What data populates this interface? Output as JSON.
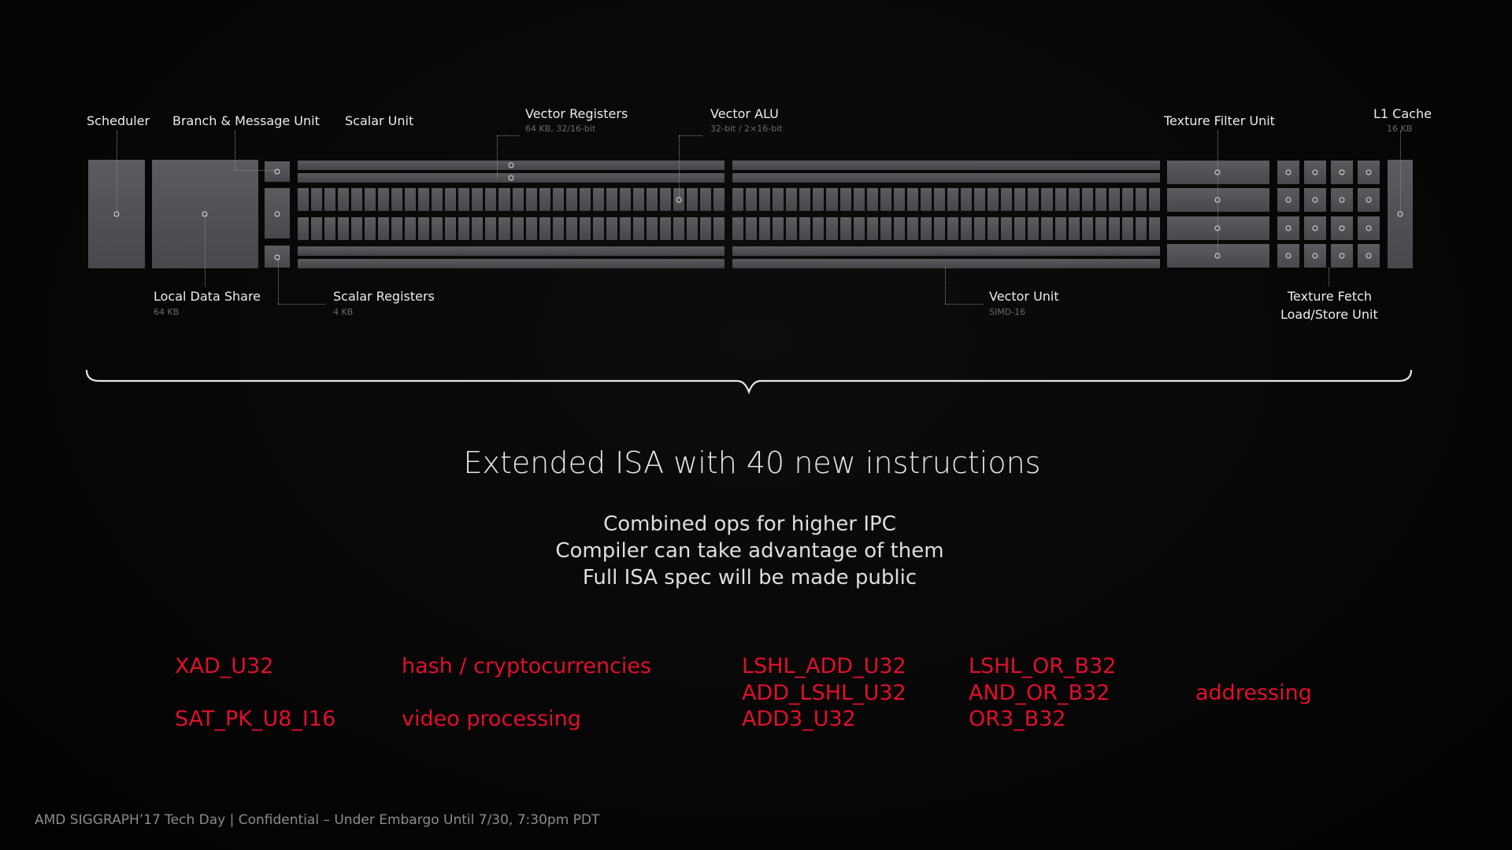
{
  "diagram": {
    "labels": {
      "scheduler": "Scheduler",
      "branch_message_unit": "Branch & Message Unit",
      "scalar_unit": "Scalar Unit",
      "vector_registers": "Vector Registers",
      "vector_registers_sub": "64 KB, 32/16-bit",
      "vector_alu": "Vector ALU",
      "vector_alu_sub": "32-bit / 2×16-bit",
      "texture_filter_unit": "Texture Filter Unit",
      "l1_cache": "L1 Cache",
      "l1_cache_sub": "16 KB",
      "local_data_share": "Local Data Share",
      "local_data_share_sub": "64 KB",
      "scalar_registers": "Scalar Registers",
      "scalar_registers_sub": "4 KB",
      "vector_unit": "Vector Unit",
      "vector_unit_sub": "SIMD-16",
      "texture_fetch_1": "Texture Fetch",
      "texture_fetch_2": "Load/Store Unit"
    }
  },
  "headline": "Extended ISA with 40 new instructions",
  "bullets": [
    "Combined ops for higher IPC",
    "Compiler can take advantage of them",
    "Full ISA spec will be made public"
  ],
  "instructions": {
    "row1_op": "XAD_U32",
    "row1_use": "hash / cryptocurrencies",
    "row2_op": "SAT_PK_U8_I16",
    "row2_use": "video processing",
    "shift_add": [
      "LSHL_ADD_U32",
      "ADD_LSHL_U32",
      "ADD3_U32"
    ],
    "shift_or": [
      "LSHL_OR_B32",
      "AND_OR_B32",
      "OR3_B32"
    ],
    "addressing": "addressing"
  },
  "footer": "AMD SIGGRAPH’17 Tech Day | Confidential – Under Embargo Until 7/30, 7:30pm PDT",
  "colors": {
    "accent_red": "#e0102b",
    "block_gray": "#505054",
    "background": "#050506"
  }
}
